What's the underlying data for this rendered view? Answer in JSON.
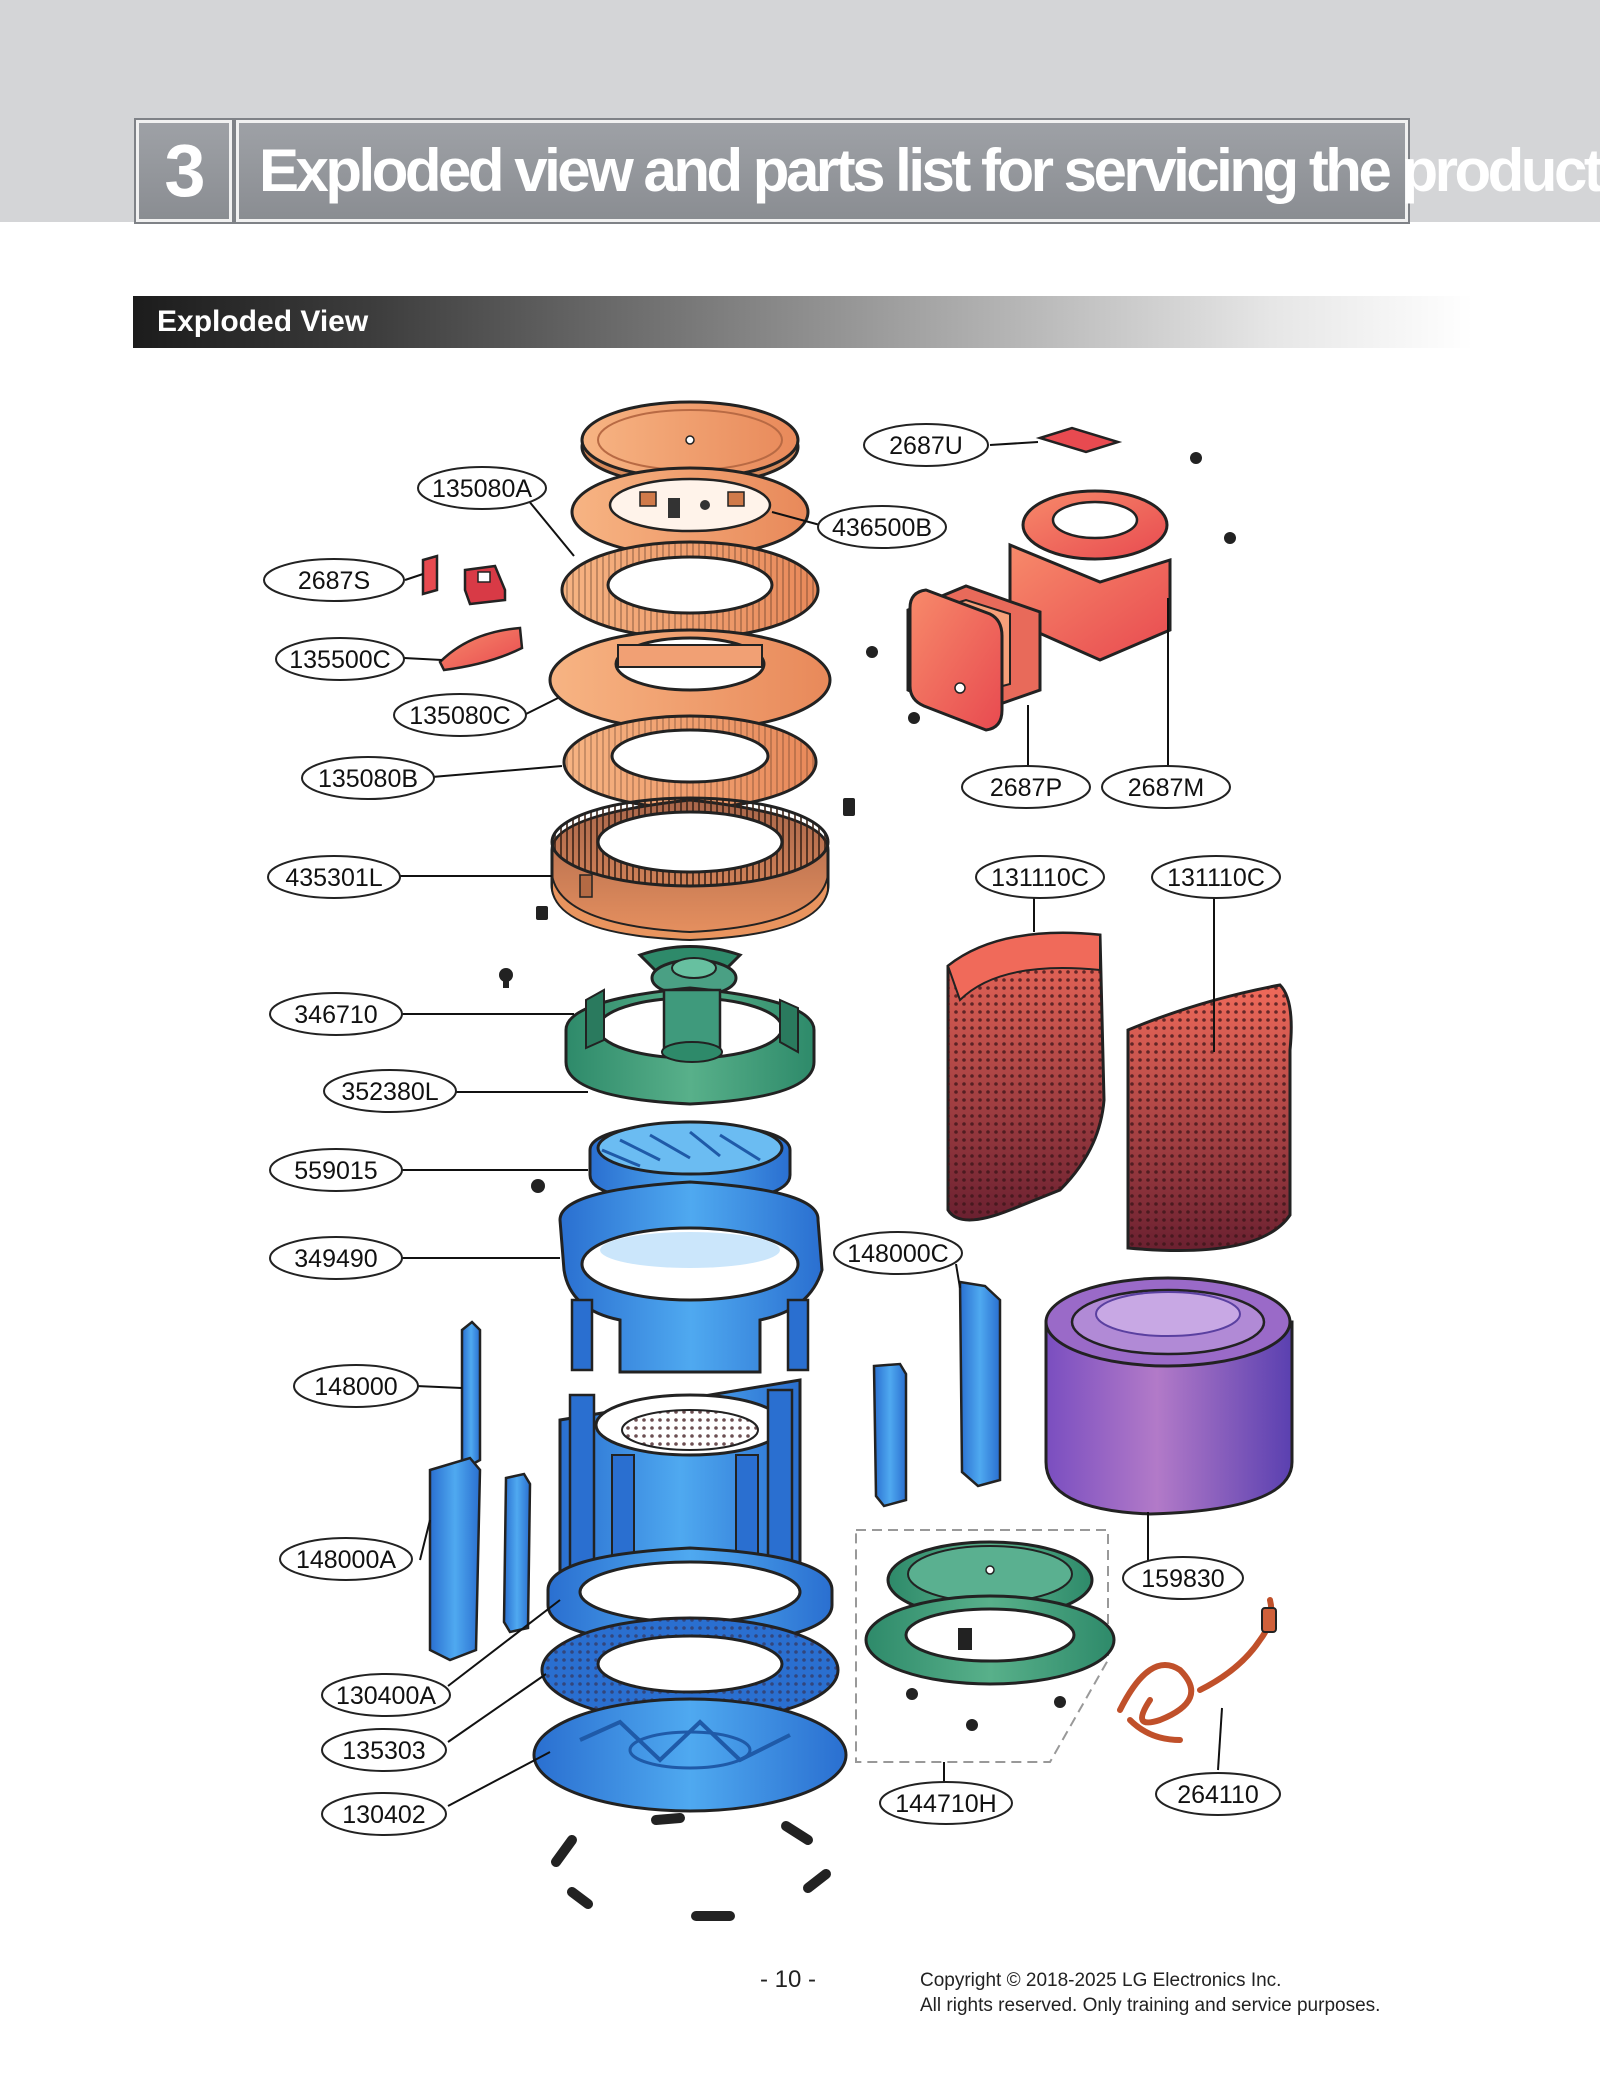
{
  "header": {
    "chapter_number": "3",
    "chapter_title": "Exploded view and parts list for servicing the product"
  },
  "section": {
    "title": "Exploded View"
  },
  "callouts": {
    "p2687U": "2687U",
    "p135080A": "135080A",
    "p436500B": "436500B",
    "p2687S": "2687S",
    "p135500C": "135500C",
    "p135080C": "135080C",
    "p135080B": "135080B",
    "p2687P": "2687P",
    "p2687M": "2687M",
    "p435301L": "435301L",
    "p131110C_a": "131110C",
    "p131110C_b": "131110C",
    "p346710": "346710",
    "p352380L": "352380L",
    "p559015": "559015",
    "p349490": "349490",
    "p148000C": "148000C",
    "p148000": "148000",
    "p148000A": "148000A",
    "p159830": "159830",
    "p130400A": "130400A",
    "p135303": "135303",
    "p130402": "130402",
    "p144710H": "144710H",
    "p264110": "264110"
  },
  "footer": {
    "page_number": "- 10 -",
    "copyright_line1": "Copyright © 2018-2025 LG Electronics Inc.",
    "copyright_line2": "All rights reserved. Only training and service purposes."
  },
  "colors": {
    "header_band": "#d4d5d7",
    "chapter_box": "#959899",
    "orange_parts": "#f0a06a",
    "red_parts": "#f06a5a",
    "green_parts": "#3a9a7a",
    "blue_parts": "#3a8ee0",
    "purple_filter": "#8a5ab8"
  },
  "icons": [
    "exploded-diagram",
    "screw-icon"
  ]
}
